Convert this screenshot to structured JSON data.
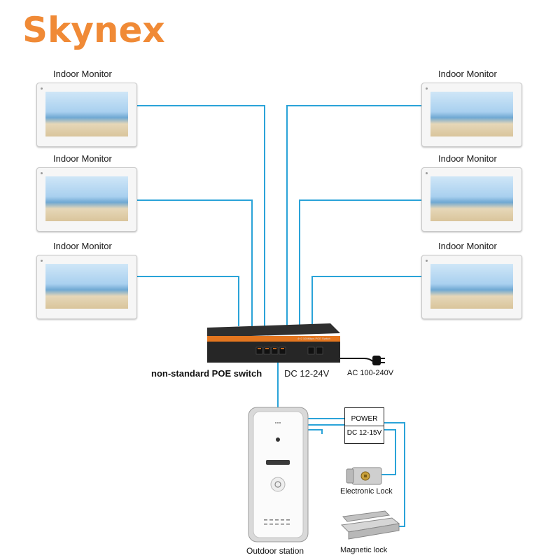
{
  "brand": {
    "name": "Skynex",
    "color": "#f08a36"
  },
  "wire_color": "#2aa3d8",
  "monitors": {
    "left": [
      {
        "label": "Indoor Monitor"
      },
      {
        "label": "Indoor Monitor"
      },
      {
        "label": "Indoor Monitor"
      }
    ],
    "right": [
      {
        "label": "Indoor Monitor"
      },
      {
        "label": "Indoor Monitor"
      },
      {
        "label": "Indoor Monitor"
      }
    ]
  },
  "switch": {
    "label": "non-standard POE switch",
    "dc_label": "DC 12-24V",
    "ac_label": "AC 100-240V",
    "panel_text": "4+2 100Mbps POE Switch"
  },
  "power_supply": {
    "title": "POWER",
    "spec": "DC 12-15V"
  },
  "devices": {
    "outdoor": "Outdoor station",
    "electronic_lock": "Electronic Lock",
    "magnetic_lock": "Magnetic lock"
  }
}
